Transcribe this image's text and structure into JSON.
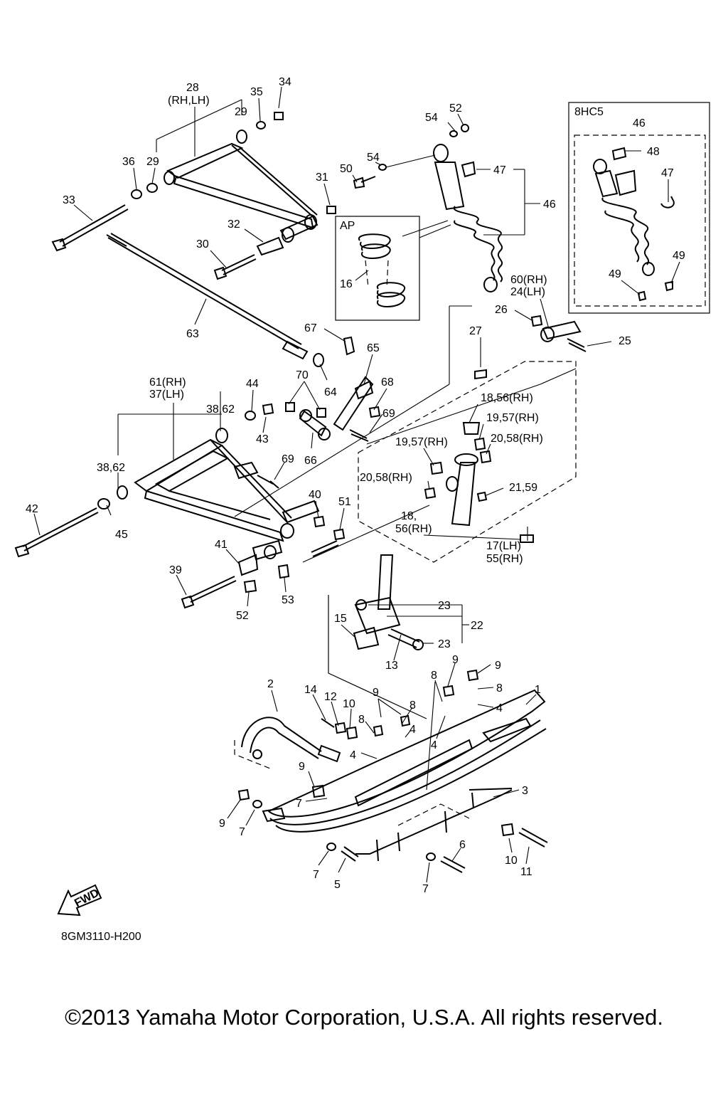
{
  "diagram": {
    "diagram_code": "8GM3110-H200",
    "copyright": "©2013 Yamaha Motor Corporation, U.S.A. All rights reserved.",
    "inset_boxes": {
      "ap": "AP",
      "variant": "8HC5"
    },
    "fwd_arrow": "FWD",
    "callouts": {
      "c28": "28",
      "c28b": "(RH,LH)",
      "c35": "35",
      "c34": "34",
      "c29a": "29",
      "c36": "36",
      "c29b": "29",
      "c33": "33",
      "c31": "31",
      "c50": "50",
      "c54a": "54",
      "c54b": "54",
      "c52a": "52",
      "c47a": "47",
      "c46a": "46",
      "c32": "32",
      "c30": "30",
      "c16": "16",
      "c8hc46": "46",
      "c48": "48",
      "c47b": "47",
      "c49a": "49",
      "c49b": "49",
      "c60": "60(RH)",
      "c24": "24(LH)",
      "c26": "26",
      "c25": "25",
      "c63": "63",
      "c67": "67",
      "c27": "27",
      "c65": "65",
      "c70": "70",
      "c64": "64",
      "c68": "68",
      "c69a": "69",
      "c61": "61(RH)",
      "c37": "37(LH)",
      "c44": "44",
      "c3862a": "38,62",
      "c43": "43",
      "c1856a": "18,56(RH)",
      "c1957a": "19,57(RH)",
      "c2058a": "20,58(RH)",
      "c1957b": "19,57(RH)",
      "c66": "66",
      "c69b": "69",
      "c3862b": "38,62",
      "c2058b": "20,58(RH)",
      "c2159": "21,59",
      "c40": "40",
      "c51": "51",
      "c42": "42",
      "c45": "45",
      "c18": "18,",
      "c56": "56(RH)",
      "c17": "17(LH)",
      "c55": "55(RH)",
      "c41": "41",
      "c39": "39",
      "c53": "53",
      "c52b": "52",
      "c23a": "23",
      "c22": "22",
      "c15": "15",
      "c23b": "23",
      "c13": "13",
      "c9a": "9",
      "c9b": "9",
      "c8a": "8",
      "c8b": "8",
      "c1": "1",
      "c2": "2",
      "c14": "14",
      "c12": "12",
      "c10a": "10",
      "c9c": "9",
      "c8c": "8",
      "c8d": "8",
      "c4a": "4",
      "c4b": "4",
      "c4c": "4",
      "c4d": "4",
      "c9d": "9",
      "c3": "3",
      "c7a": "7",
      "c9e": "9",
      "c7b": "7",
      "c7c": "7",
      "c5": "5",
      "c6": "6",
      "c7d": "7",
      "c10b": "10",
      "c11": "11"
    }
  }
}
